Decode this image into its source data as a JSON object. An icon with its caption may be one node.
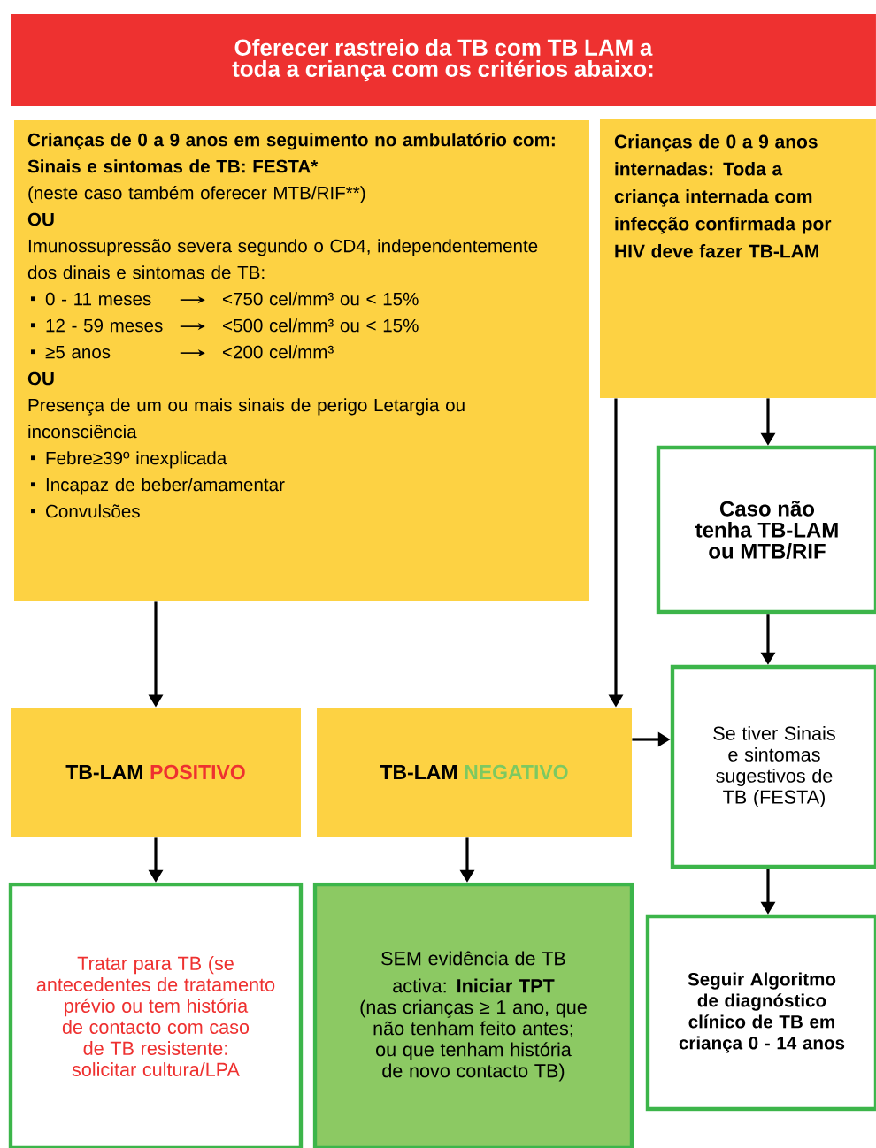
{
  "diagram": {
    "nodes": [
      {
        "text": [
          "Oferecer rastreio da TB com TB LAM a toda a criança com os critérios abaixo:"
        ]
      },
      {
        "text": [
          "Crianças de 0 a 9 anos em seguimento no ambulatório com:",
          "Sinais e sintomas de TB: FESTA*",
          "(neste caso também oferecer MTB/RIF**)",
          "OU",
          "Imunossupressão severa segundo o CD4, independentemente dos dinais e sintomas de TB:",
          "0 - 11 meses",
          "<750 cel/mm³ ou < 15%",
          "12 - 59 meses",
          "<500 cel/mm³ ou < 15%",
          "≥5 anos",
          "<200 cel/mm³",
          "OU",
          "Presença de um ou mais sinais de perigo Letargia ou inconsciência",
          "Febre≥39º inexplicada",
          "Incapaz de beber/amamentar",
          "Convulsões"
        ]
      },
      {
        "text": [
          "Crianças de 0 a 9 anos internadas: Toda a criança internada com infecção confirmada por HIV deve fazer TB-LAM"
        ]
      },
      {
        "text": [
          "Caso não tenha TB-LAM ou MTB/RIF"
        ]
      },
      {
        "text": [
          "TB-LAM",
          "POSITIVO"
        ]
      },
      {
        "text": [
          "TB-LAM",
          "NEGATIVO"
        ]
      },
      {
        "text": [
          "Se tiver Sinais e sintomas sugestivos de TB (FESTA)"
        ]
      },
      {
        "text": [
          "Tratar para TB (se antecedentes de tratamento prévio ou tem história de contacto com caso de TB resistente: solicitar cultura/LPA"
        ]
      },
      {
        "text": [
          "SEM evidência de TB activa: **Iniciar TPT**",
          "(nas crianças ≥ 1 ano, que não tenham feito antes;  ou que tenham história de novo contacto TB)"
        ]
      },
      {
        "text": [
          "Seguir Algoritmo de diagnóstico clínico de TB em criança 0 - 14 anos"
        ]
      }
    ],
    "edges": [
      {
        "from": 1,
        "to": 4,
        "arrow": "to"
      },
      {
        "from": 2,
        "to": 3,
        "arrow": "to"
      },
      {
        "from": 2,
        "to": 5,
        "arrow": "to"
      },
      {
        "from": 3,
        "to": 6,
        "arrow": "to"
      },
      {
        "from": 5,
        "to": 6,
        "arrow": "to"
      },
      {
        "from": 4,
        "to": 7,
        "arrow": "to"
      },
      {
        "from": 5,
        "to": 8,
        "arrow": "to"
      },
      {
        "from": 6,
        "to": 9,
        "arrow": "to"
      }
    ]
  }
}
